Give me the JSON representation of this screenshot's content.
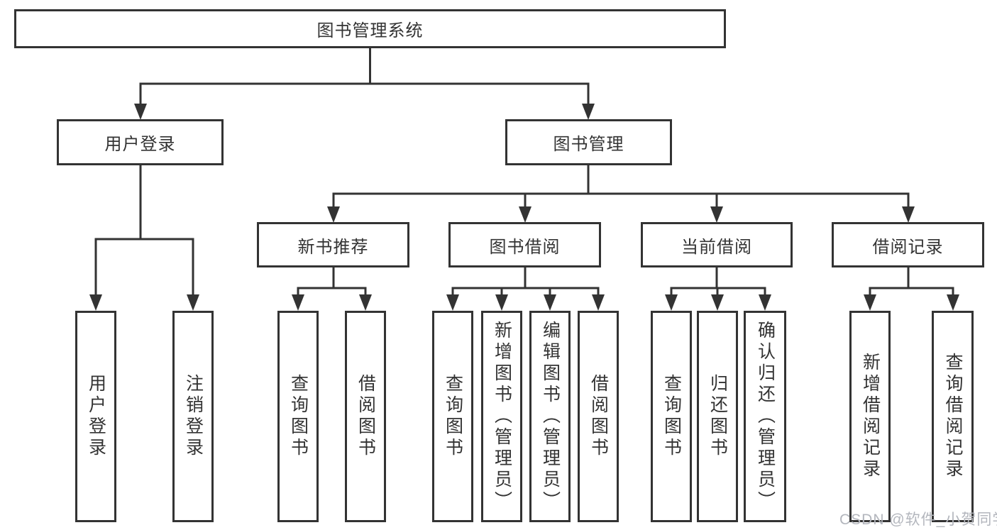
{
  "diagram_type": "hierarchy-tree",
  "tree": {
    "root": {
      "label": "图书管理系统",
      "children": [
        {
          "label": "用户登录",
          "children": [
            {
              "label": "用户登录"
            },
            {
              "label": "注销登录"
            }
          ]
        },
        {
          "label": "图书管理",
          "children": [
            {
              "label": "新书推荐",
              "children": [
                {
                  "label": "查询图书"
                },
                {
                  "label": "借阅图书"
                }
              ]
            },
            {
              "label": "图书借阅",
              "children": [
                {
                  "label": "查询图书"
                },
                {
                  "label": "新增图书（管理员）"
                },
                {
                  "label": "编辑图书（管理员）"
                },
                {
                  "label": "借阅图书"
                }
              ]
            },
            {
              "label": "当前借阅",
              "children": [
                {
                  "label": "查询图书"
                },
                {
                  "label": "归还图书"
                },
                {
                  "label": "确认归还（管理员）"
                }
              ]
            },
            {
              "label": "借阅记录",
              "children": [
                {
                  "label": "新增借阅记录"
                },
                {
                  "label": "查询借阅记录"
                }
              ]
            }
          ]
        }
      ]
    }
  },
  "watermark": {
    "text": "CSDN @软件_小贺同学",
    "color": "#b3b6bd"
  },
  "colors": {
    "background": "#ffffff",
    "line": "#333333",
    "box_border": "#333333",
    "text": "#333333"
  }
}
